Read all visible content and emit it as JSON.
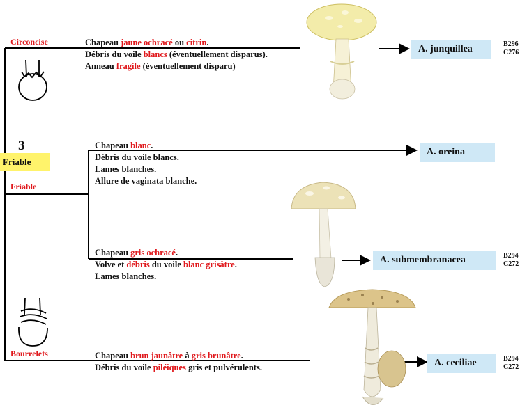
{
  "key_number": "3",
  "friable_box": "Friable",
  "branches": {
    "circoncise": {
      "label": "Circoncise",
      "lines": [
        [
          {
            "t": "Chapeau "
          },
          {
            "t": "jaune ochracé",
            "red": true
          },
          {
            "t": " ou "
          },
          {
            "t": "citrin",
            "red": true
          },
          {
            "t": "."
          }
        ],
        [
          {
            "t": "Débris du voile "
          },
          {
            "t": "blancs",
            "red": true
          },
          {
            "t": " (éventuellement disparus)."
          }
        ],
        [
          {
            "t": "Anneau "
          },
          {
            "t": "fragile",
            "red": true
          },
          {
            "t": " (éventuellement disparu)"
          }
        ]
      ],
      "species": "A. junquillea",
      "refs": [
        "B296",
        "C276"
      ]
    },
    "friable": {
      "label": "Friable",
      "oreina": {
        "lines": [
          [
            {
              "t": "Chapeau "
            },
            {
              "t": "blanc",
              "red": true
            },
            {
              "t": "."
            }
          ],
          [
            {
              "t": "Débris du voile blancs."
            }
          ],
          [
            {
              "t": "Lames blanches."
            }
          ],
          [
            {
              "t": "Allure de vaginata blanche."
            }
          ]
        ],
        "species": "A. oreina"
      },
      "submembranacea": {
        "lines": [
          [
            {
              "t": "Chapeau "
            },
            {
              "t": "gris ochracé",
              "red": true
            },
            {
              "t": "."
            }
          ],
          [
            {
              "t": "Volve et "
            },
            {
              "t": "débris",
              "red": true
            },
            {
              "t": " du voile "
            },
            {
              "t": "blanc grisâtre",
              "red": true
            },
            {
              "t": "."
            }
          ],
          [
            {
              "t": "Lames blanches."
            }
          ]
        ],
        "species": "A. submembranacea",
        "refs": [
          "B294",
          "C272"
        ]
      }
    },
    "bourrelets": {
      "label": "Bourrelets",
      "lines": [
        [
          {
            "t": "Chapeau "
          },
          {
            "t": "brun jaunâtre",
            "red": true
          },
          {
            "t": " à "
          },
          {
            "t": "gris brunâtre",
            "red": true
          },
          {
            "t": "."
          }
        ],
        [
          {
            "t": "Débris du voile "
          },
          {
            "t": "piléiques",
            "red": true
          },
          {
            "t": " gris et pulvérulents."
          }
        ]
      ],
      "species": "A. ceciliae",
      "refs": [
        "B294",
        "C272"
      ]
    }
  },
  "colors": {
    "red": "#e0181c",
    "species_bg": "#cfe8f6",
    "highlight": "#fff36b"
  },
  "illustrations": [
    "mushroom-junquillea",
    "mushroom-submembranacea",
    "mushroom-ceciliae",
    "volva-circoncise-icon",
    "volva-bourrelets-icon"
  ]
}
